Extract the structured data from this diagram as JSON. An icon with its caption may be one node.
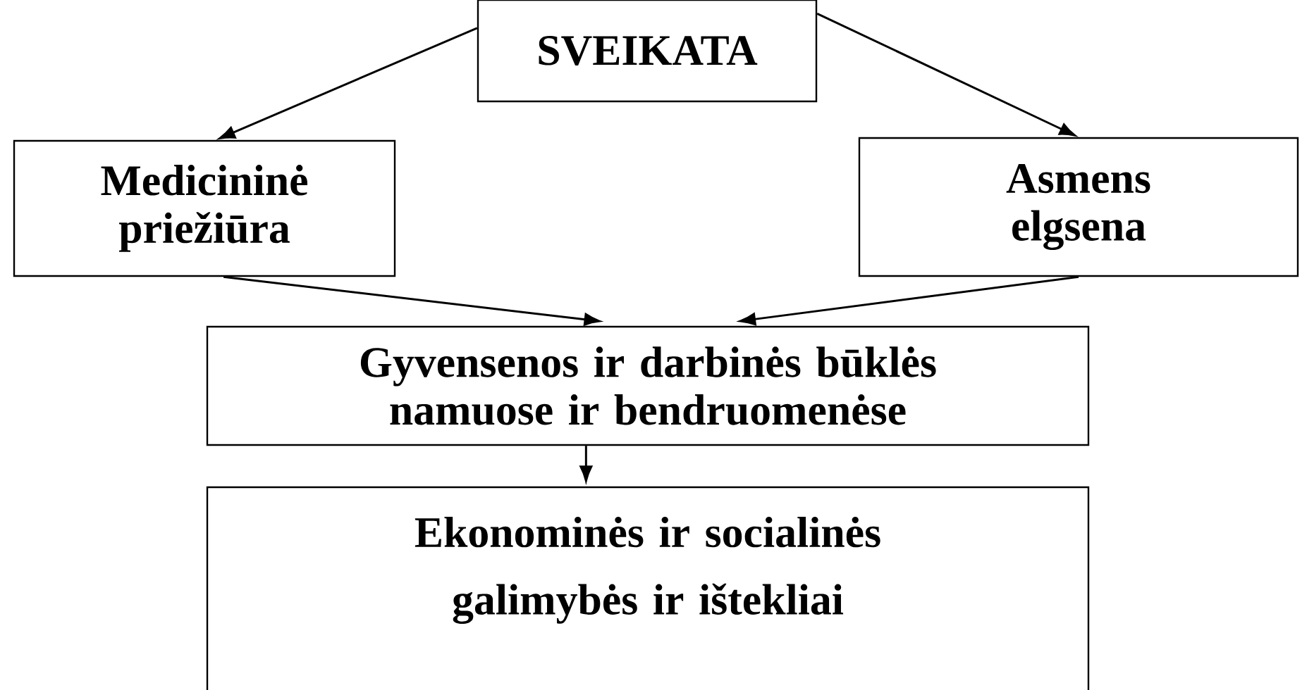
{
  "diagram": {
    "nodes": [
      {
        "text": [
          "SVEIKATA"
        ]
      },
      {
        "text": [
          "Medicininė priežiūra"
        ]
      },
      {
        "text": [
          "Asmens elgsena"
        ]
      },
      {
        "text": [
          "Gyvensenos ir darbinės būklės namuose ir bendruomenėse"
        ]
      },
      {
        "text": [
          "Ekonominės ir socialinės galimybės ir ištekliai"
        ]
      }
    ],
    "edges": [
      {
        "from": 0,
        "to": 1,
        "arrow": "to"
      },
      {
        "from": 0,
        "to": 2,
        "arrow": "to"
      },
      {
        "from": 1,
        "to": 3,
        "arrow": "to"
      },
      {
        "from": 2,
        "to": 3,
        "arrow": "to"
      },
      {
        "from": 3,
        "to": 4,
        "arrow": "to"
      }
    ]
  }
}
